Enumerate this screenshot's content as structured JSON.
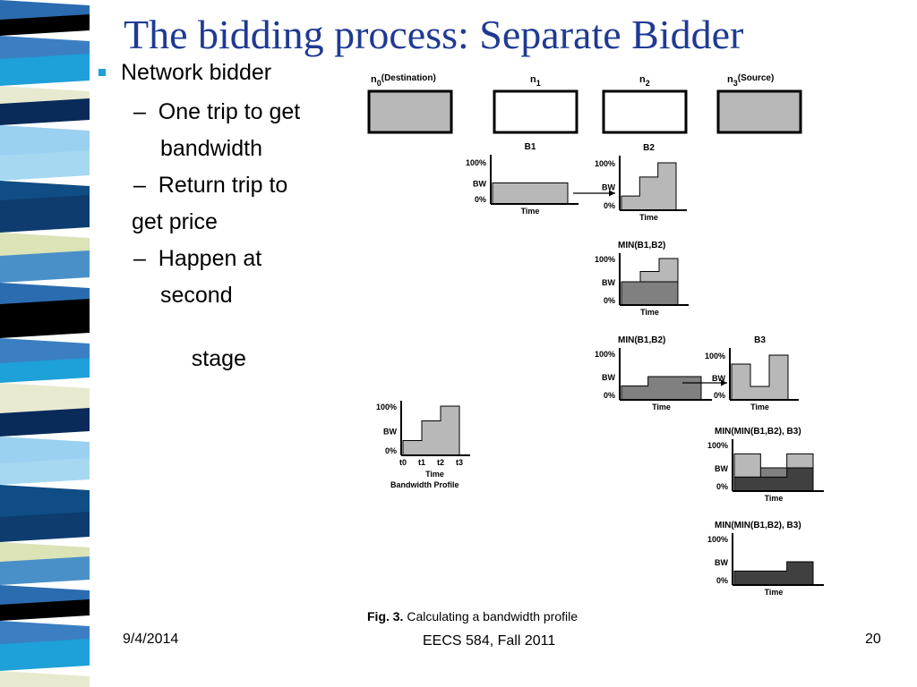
{
  "slide": {
    "title": "The bidding process: Separate Bidder",
    "bullets": [
      {
        "text": "Network bidder",
        "level": 1
      },
      {
        "text": "One trip to get",
        "level": 2,
        "dash": true
      },
      {
        "text": "bandwidth",
        "level": 2
      },
      {
        "text": "Return trip to",
        "level": 2,
        "dash": true
      },
      {
        "text": "get price",
        "level": 1.5
      },
      {
        "text": "Happen at",
        "level": 2,
        "dash": true
      },
      {
        "text": "second",
        "level": 2
      },
      {
        "text": " stage",
        "level": 2
      }
    ],
    "footer": {
      "date": "9/4/2014",
      "course": "EECS 584, Fall 2011",
      "page": "20"
    }
  },
  "colors": {
    "title": "#1f3a93",
    "bullet": "#1ea0d8",
    "light_gray": "#b8b8b8",
    "mid_gray": "#808080",
    "dark_gray": "#404040",
    "stripe": [
      "#2b6cb0",
      "#0a2a5a",
      "#dbe3b7",
      "#1ea0d8",
      "#0f4d84",
      "#000000",
      "#9ad0f0",
      "#4a90c8",
      "#e8ead0",
      "#0e3c6e",
      "#3b7fc2",
      "#a7d8f2"
    ]
  },
  "diagram": {
    "nodes": [
      {
        "id": "n0",
        "label": "n",
        "sub": "0",
        "note": "(Destination)",
        "fill": "gray"
      },
      {
        "id": "n1",
        "label": "n",
        "sub": "1",
        "note": "",
        "fill": "white"
      },
      {
        "id": "n2",
        "label": "n",
        "sub": "2",
        "note": "",
        "fill": "white"
      },
      {
        "id": "n3",
        "label": "n",
        "sub": "3",
        "note": "(Source)",
        "fill": "gray"
      }
    ],
    "axis_labels": {
      "top": "100%",
      "mid": "BW",
      "bottom": "0%",
      "x": "Time"
    },
    "panels": [
      {
        "id": "b1",
        "title": "B1",
        "layers": [
          {
            "shade": "light",
            "levels": [
              0.5,
              0.5
            ]
          }
        ]
      },
      {
        "id": "b2",
        "title": "B2",
        "layers": [
          {
            "shade": "light",
            "levels": [
              0.3,
              0.7,
              1.0
            ]
          }
        ]
      },
      {
        "id": "min12",
        "title": "MIN(B1,B2)",
        "layers": [
          {
            "shade": "light",
            "levels": [
              0.5,
              0.72,
              1.0
            ]
          },
          {
            "shade": "mid",
            "levels": [
              0.5,
              0.5,
              0.5
            ]
          }
        ]
      },
      {
        "id": "min12b",
        "title": "MIN(B1,B2)",
        "layers": [
          {
            "shade": "mid",
            "levels": [
              0.3,
              0.5,
              0.5
            ]
          }
        ]
      },
      {
        "id": "b3",
        "title": "B3",
        "layers": [
          {
            "shade": "light",
            "levels": [
              0.8,
              0.3,
              1.0
            ]
          }
        ]
      },
      {
        "id": "min123a",
        "title": "MIN(MIN(B1,B2), B3)",
        "layers": [
          {
            "shade": "light",
            "levels": [
              0.8,
              0.5,
              0.8
            ]
          },
          {
            "shade": "mid",
            "levels": [
              0.3,
              0.5,
              0.5
            ]
          },
          {
            "shade": "dark",
            "levels": [
              0.3,
              0.3,
              0.5
            ]
          }
        ]
      },
      {
        "id": "min123b",
        "title": "MIN(MIN(B1,B2), B3)",
        "layers": [
          {
            "shade": "dark",
            "levels": [
              0.3,
              0.3,
              0.5
            ]
          }
        ]
      },
      {
        "id": "profile",
        "title": "",
        "layers": [
          {
            "shade": "light",
            "levels": [
              0.3,
              0.7,
              1.0
            ]
          }
        ],
        "ticks": [
          "t0",
          "t1",
          "t2",
          "t3"
        ],
        "caption": "Bandwidth Profile"
      }
    ],
    "figure_caption": {
      "label": "Fig. 3.",
      "text": "Calculating a bandwidth profile"
    }
  }
}
